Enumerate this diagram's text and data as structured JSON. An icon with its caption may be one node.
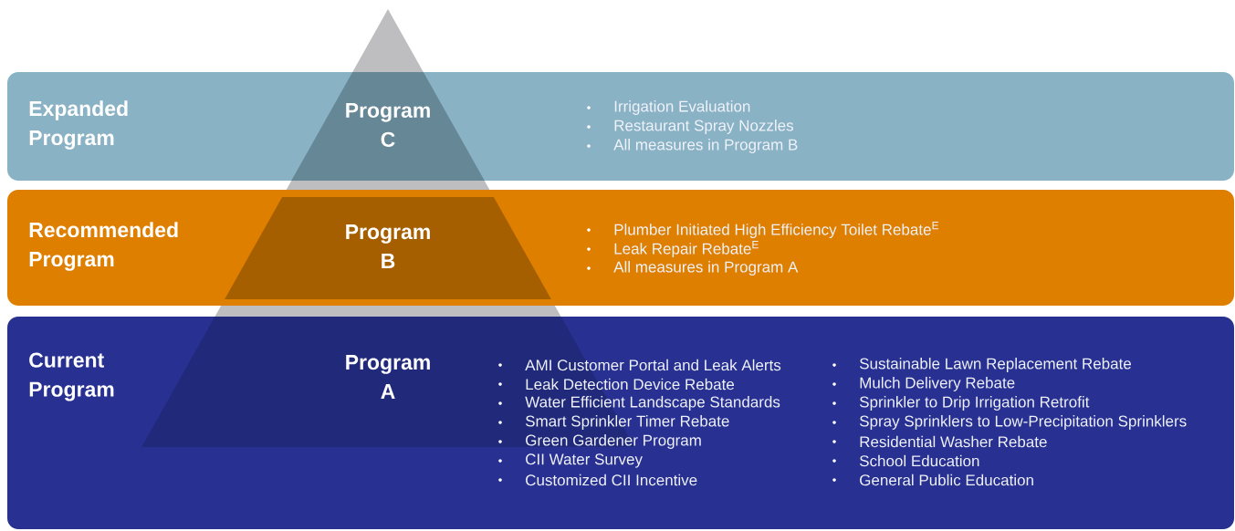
{
  "diagram": {
    "nodes": [
      {
        "text": [
          "Expanded Program",
          "Program C",
          "Irrigation Evaluation",
          "Restaurant Spray Nozzles",
          "All measures in Program B"
        ]
      },
      {
        "text": [
          "Recommended Program",
          "Program B",
          "Plumber Initiated High Efficiency Toilet Rebate$^{E}$",
          "Leak Repair Rebate$^{E}$",
          "All measures in Program A"
        ]
      },
      {
        "text": [
          "Current Program",
          "Program A",
          "AMI Customer Portal and Leak Alerts",
          "Leak Detection Device Rebate",
          "Water Efficient Landscape Standards",
          "Smart Sprinkler Timer Rebate",
          "Green Gardener Program",
          "CII Water Survey",
          "Customized CII Incentive",
          "Sustainable Lawn Replacement Rebate",
          "Mulch Delivery Rebate",
          "Sprinkler to Drip Irrigation Retrofit",
          "Spray Sprinklers to Low-Precipitation Sprinklers",
          "Residential Washer Rebate",
          "School Education",
          "General Public Education"
        ]
      }
    ]
  }
}
